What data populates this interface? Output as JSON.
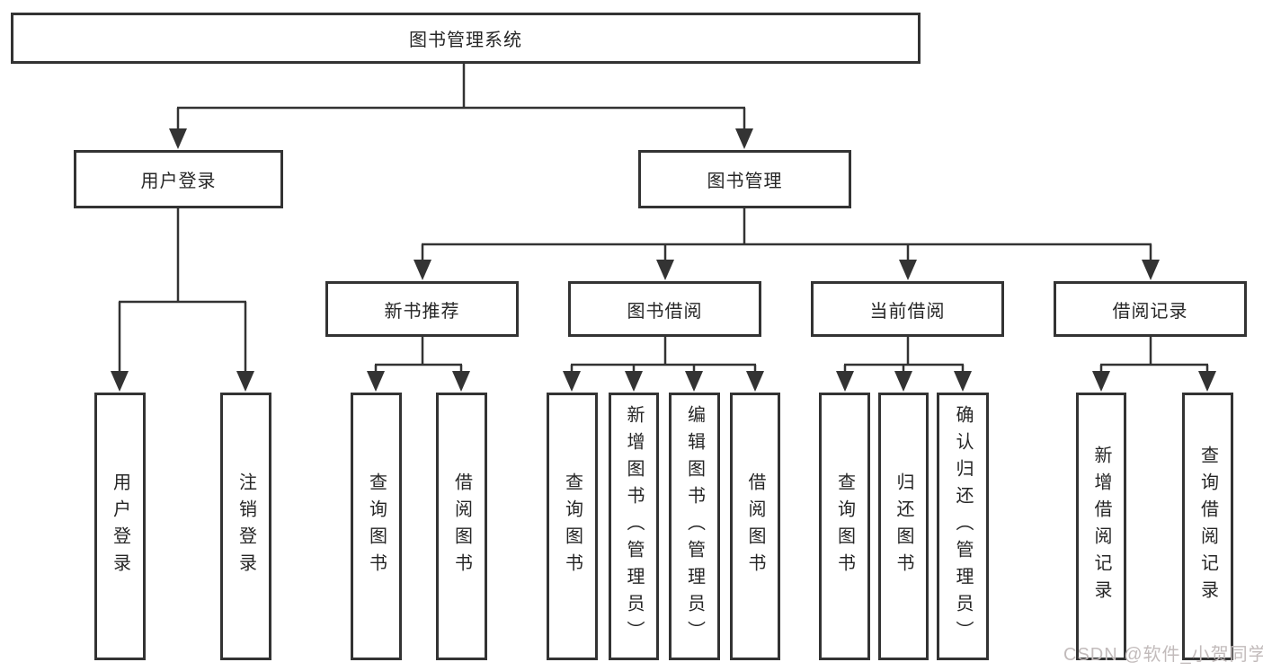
{
  "diagram": {
    "title": "图书管理系统",
    "level2": [
      {
        "id": "user-login",
        "label": "用户登录"
      },
      {
        "id": "book-management",
        "label": "图书管理"
      }
    ],
    "level3": [
      {
        "id": "new-book-recommend",
        "label": "新书推荐"
      },
      {
        "id": "book-borrowing",
        "label": "图书借阅"
      },
      {
        "id": "current-borrowing",
        "label": "当前借阅"
      },
      {
        "id": "borrowing-records",
        "label": "借阅记录"
      }
    ],
    "leaves": [
      {
        "group": "user-login",
        "label": "用户登录"
      },
      {
        "group": "user-login",
        "label": "注销登录"
      },
      {
        "group": "new-book-recommend",
        "label": "查询图书"
      },
      {
        "group": "new-book-recommend",
        "label": "借阅图书"
      },
      {
        "group": "book-borrowing",
        "label": "查询图书"
      },
      {
        "group": "book-borrowing",
        "label": "新增图书（管理员）"
      },
      {
        "group": "book-borrowing",
        "label": "编辑图书（管理员）"
      },
      {
        "group": "book-borrowing",
        "label": "借阅图书"
      },
      {
        "group": "current-borrowing",
        "label": "查询图书"
      },
      {
        "group": "current-borrowing",
        "label": "归还图书"
      },
      {
        "group": "current-borrowing",
        "label": "确认归还（管理员）"
      },
      {
        "group": "borrowing-records",
        "label": "新增借阅记录"
      },
      {
        "group": "borrowing-records",
        "label": "查询借阅记录"
      }
    ],
    "watermark": "CSDN @软件_小贺同学",
    "colors": {
      "line": "#333333",
      "box_border": "#333333",
      "box_fill": "#ffffff",
      "text": "#262626",
      "watermark": "#c2bbbb"
    }
  }
}
